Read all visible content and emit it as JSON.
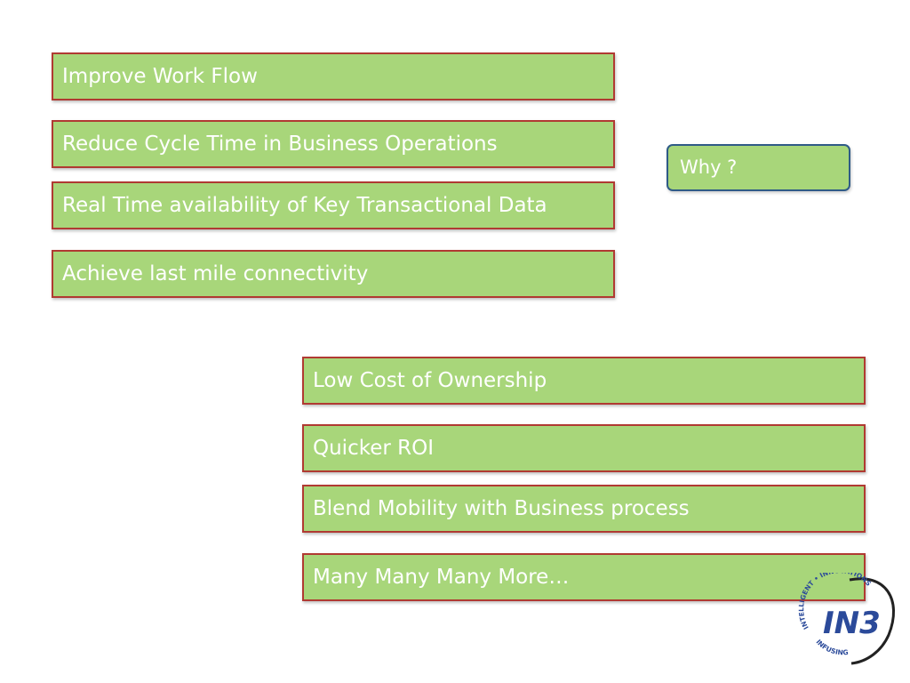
{
  "slide": {
    "top_items": [
      "Improve Work Flow",
      "Reduce Cycle Time in Business Operations",
      "Real Time availability of Key Transactional Data",
      "Achieve last mile connectivity"
    ],
    "why_label": "Why ?",
    "bottom_items": [
      "Low Cost of Ownership",
      "Quicker ROI",
      "Blend Mobility with Business process",
      "Many Many Many More…"
    ]
  },
  "logo": {
    "mark": "IN3",
    "ring_text_top": "INTELLIGENT • INNOVATIONS",
    "ring_text_bottom": "INFUSING"
  },
  "colors": {
    "box_fill": "#a8d67a",
    "box_border": "#b03a32",
    "why_border": "#2f5b87",
    "logo_blue": "#2b4a9a",
    "logo_red": "#c0262e"
  }
}
